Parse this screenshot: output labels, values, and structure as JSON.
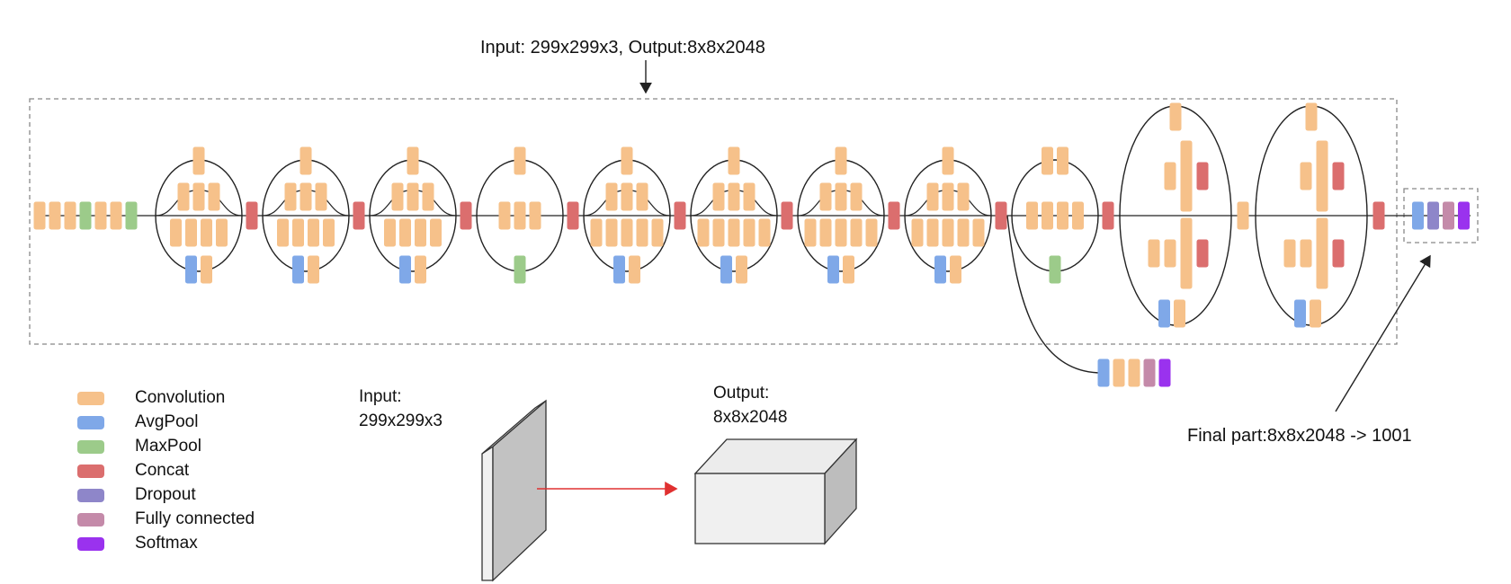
{
  "top_caption": "Input: 299x299x3, Output:8x8x2048",
  "final_caption": "Final part:8x8x2048 -> 1001",
  "input_label": {
    "line1": "Input:",
    "line2": "299x299x3"
  },
  "output_label": {
    "line1": "Output:",
    "line2": "8x8x2048"
  },
  "colors": {
    "conv": "#F6C18A",
    "avgpool": "#7FA8E8",
    "maxpool": "#9CCB8A",
    "concat": "#DB6E6E",
    "dropout": "#8E86C9",
    "fc": "#C48AA9",
    "softmax": "#9A32EE",
    "arrow_red": "#E03030"
  },
  "legend": [
    {
      "key": "conv",
      "label": "Convolution"
    },
    {
      "key": "avgpool",
      "label": "AvgPool"
    },
    {
      "key": "maxpool",
      "label": "MaxPool"
    },
    {
      "key": "concat",
      "label": "Concat"
    },
    {
      "key": "dropout",
      "label": "Dropout"
    },
    {
      "key": "fc",
      "label": "Fully connected"
    },
    {
      "key": "softmax",
      "label": "Softmax"
    }
  ]
}
